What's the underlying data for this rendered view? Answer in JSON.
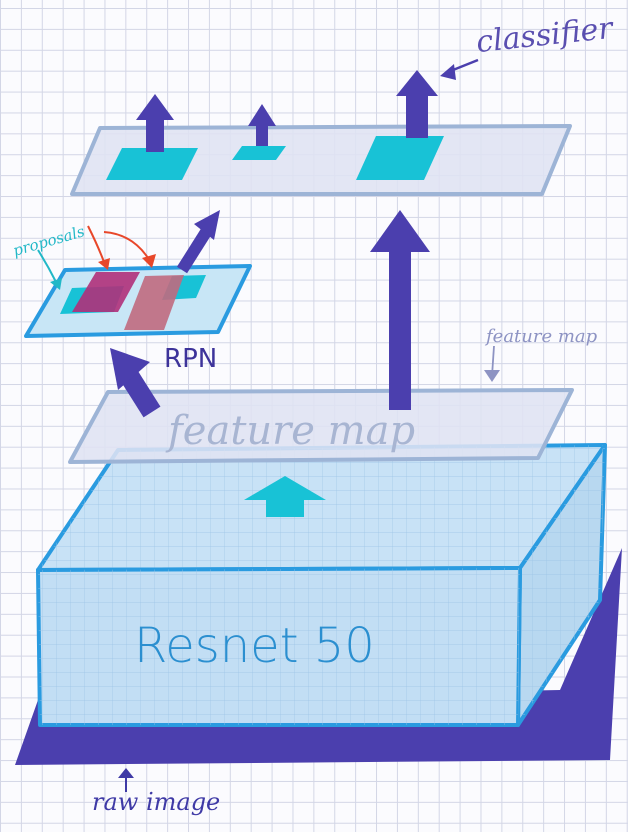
{
  "labels": {
    "classifier": "classifier",
    "proposals": "proposals",
    "rpn": "RPN",
    "feature_map_side": "feature map",
    "feature_map_main": "feature map",
    "backbone": "Resnet 50",
    "input": "raw image"
  },
  "colors": {
    "arrow": "#4b3fae",
    "roi_cyan": "#18c2d6",
    "proposal_magenta": "#b0307a",
    "proposal_rose": "#c06a80",
    "box_fill": "#bfdcf2",
    "box_edge": "#2a9be0",
    "plane_fill": "#dfe3f2",
    "plane_edge": "#9db4d6",
    "base_shadow": "#4b3fae"
  }
}
